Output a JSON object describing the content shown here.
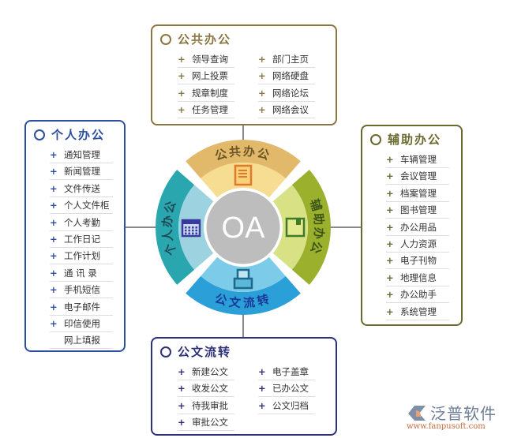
{
  "center": {
    "label": "OA"
  },
  "segments": [
    {
      "key": "top",
      "label": "公共办公",
      "icon": "document-icon",
      "outer": "#e2b96a",
      "inner": "#f6dd92",
      "text": "#6b5526"
    },
    {
      "key": "right",
      "label": "辅助办公",
      "icon": "box-icon",
      "outer": "#9bb02c",
      "inner": "#d9e185",
      "text": "#3c561a"
    },
    {
      "key": "bottom",
      "label": "公文流转",
      "icon": "printer-icon",
      "outer": "#2a9fd8",
      "inner": "#7ccbe8",
      "text": "#1a3a9a"
    },
    {
      "key": "left",
      "label": "个人办公",
      "icon": "calendar-icon",
      "outer": "#2aa6ae",
      "inner": "#9dd3e0",
      "text": "#1d4a58"
    }
  ],
  "boxes": {
    "top": {
      "title": "公共办公",
      "color": "#8b7642",
      "col1": [
        "领导查询",
        "网上投票",
        "规章制度",
        "任务管理"
      ],
      "col2": [
        "部门主页",
        "网络硬盘",
        "网络论坛",
        "网络会议"
      ]
    },
    "left": {
      "title": "个人办公",
      "color": "#2b4f9e",
      "items": [
        "通知管理",
        "新闻管理",
        "文件传送",
        "个人文件柜",
        "个人考勤",
        "工作日记",
        "工作计划",
        "通 讯 录",
        "手机短信",
        "电子邮件",
        "印信使用"
      ],
      "last": "网上填报"
    },
    "right": {
      "title": "辅助办公",
      "color": "#6a6930",
      "items": [
        "车辆管理",
        "会议管理",
        "档案管理",
        "图书管理",
        "办公用品",
        "人力资源",
        "电子刊物",
        "地理信息",
        "办公助手",
        "系统管理"
      ]
    },
    "bottom": {
      "title": "公文流转",
      "color": "#2c2f7a",
      "col1": [
        "新建公文",
        "收发公文",
        "待我审批",
        "审批公文"
      ],
      "col2": [
        "电子盖章",
        "已办公文",
        "公文归档"
      ]
    }
  },
  "logo": {
    "name": "泛普软件",
    "url": "www.fanpusoft.com"
  }
}
